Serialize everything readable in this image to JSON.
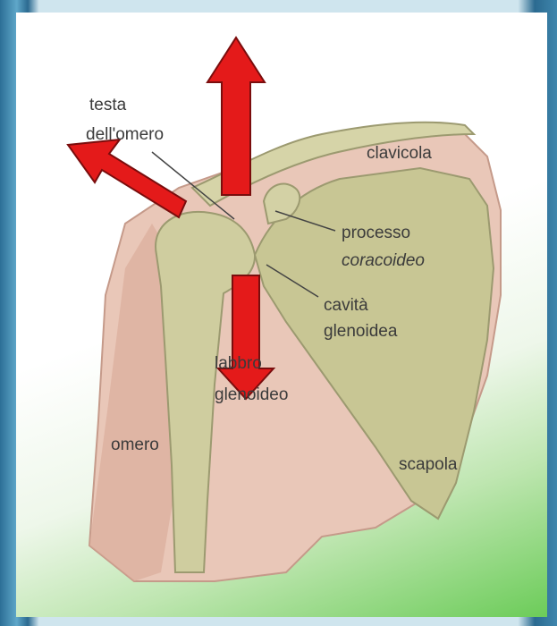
{
  "labels": {
    "testa": "testa",
    "dellomero": "dell'omero",
    "clavicola": "clavicola",
    "processo": "processo",
    "coracoideo": "coracoideo",
    "cavita": "cavità",
    "glenoidea": "glenoidea",
    "labbro": "labbro",
    "glenoideo": "glenoideo",
    "omero": "omero",
    "scapola": "scapola"
  },
  "colors": {
    "bone": "#c9c79a",
    "arm": "#e8c4b4",
    "arrow": "#e41a1a",
    "panel_green": "#6ccc59"
  }
}
